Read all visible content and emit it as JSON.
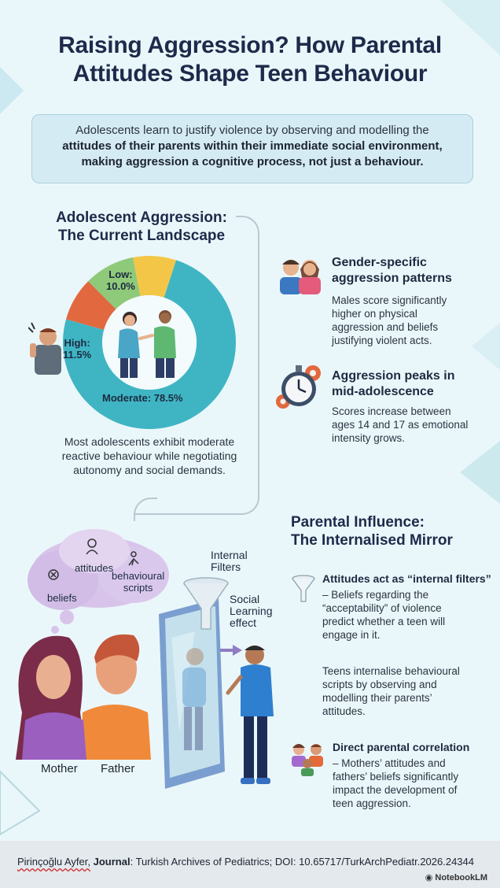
{
  "header": {
    "title_line1": "Raising Aggression? How Parental",
    "title_line2": "Attitudes Shape Teen Behaviour"
  },
  "intro": {
    "plain": "Adolescents learn to justify violence by observing and modelling the",
    "bold_line1": "attitudes of their parents within their immediate social environment,",
    "bold_line2": "making aggression a cognitive process, not just a behaviour."
  },
  "landscape": {
    "title_line1": "Adolescent Aggression:",
    "title_line2": "The Current Landscape",
    "donut": {
      "segments": [
        {
          "label": "Moderate",
          "value": 78.5,
          "text": "Moderate: 78.5%",
          "color": "#3fb5c4"
        },
        {
          "label": "High",
          "value": 11.5,
          "text_label": "High:",
          "text_value": "11.5%",
          "color": "#e2683f"
        },
        {
          "label": "Low",
          "value": 10.0,
          "text_label": "Low:",
          "text_value": "10.0%",
          "color": "#f4c648"
        }
      ],
      "extra_color": "#8fc97a"
    },
    "caption_line1": "Most adolescents exhibit moderate",
    "caption_line2": "reactive behaviour while negotiating",
    "caption_line3": "autonomy and social demands."
  },
  "findings": [
    {
      "head_line1": "Gender-specific",
      "head_line2": "aggression patterns",
      "body": [
        "Males score significantly",
        "higher on physical",
        "aggression and beliefs",
        "justifying violent acts."
      ],
      "icon": "people-icon"
    },
    {
      "head_line1": "Aggression peaks in",
      "head_line2": "mid-adolescence",
      "body": [
        "Scores increase between",
        "ages 14 and 17 as emotional",
        "intensity grows."
      ],
      "icon": "stopwatch-icon"
    }
  ],
  "influence": {
    "title_line1": "Parental Influence:",
    "title_line2": "The Internalised Mirror",
    "thought_labels": {
      "attitudes": "attitudes",
      "beliefs": "beliefs",
      "scripts_line1": "behavioural",
      "scripts_line2": "scripts"
    },
    "filter_label_line1": "Internal",
    "filter_label_line2": "Filters",
    "social_line1": "Social",
    "social_line2": "Learning",
    "social_line3": "effect",
    "mother": "Mother",
    "father": "Father",
    "filter_head": "Attitudes act as “internal filters”",
    "filter_body": [
      "– Beliefs regarding the",
      "“acceptability” of violence",
      "predict whether a teen will",
      "engage in it."
    ],
    "scripts_body": [
      "Teens internalise behavioural",
      "scripts by observing and",
      "modelling their parents’",
      "attitudes."
    ],
    "correlation_head": "Direct parental correlation",
    "correlation_body": [
      "– Mothers’ attitudes and",
      "fathers’ beliefs significantly",
      "impact the development of",
      "teen aggression."
    ]
  },
  "footer": {
    "author": "Pirinçoğlu Ayfer,",
    "journal_label": "Journal",
    "citation": ": Turkish Archives of Pediatrics; DOI: 10.65717/TurkArchPediatr.2026.24344",
    "brand": "NotebookLM"
  }
}
